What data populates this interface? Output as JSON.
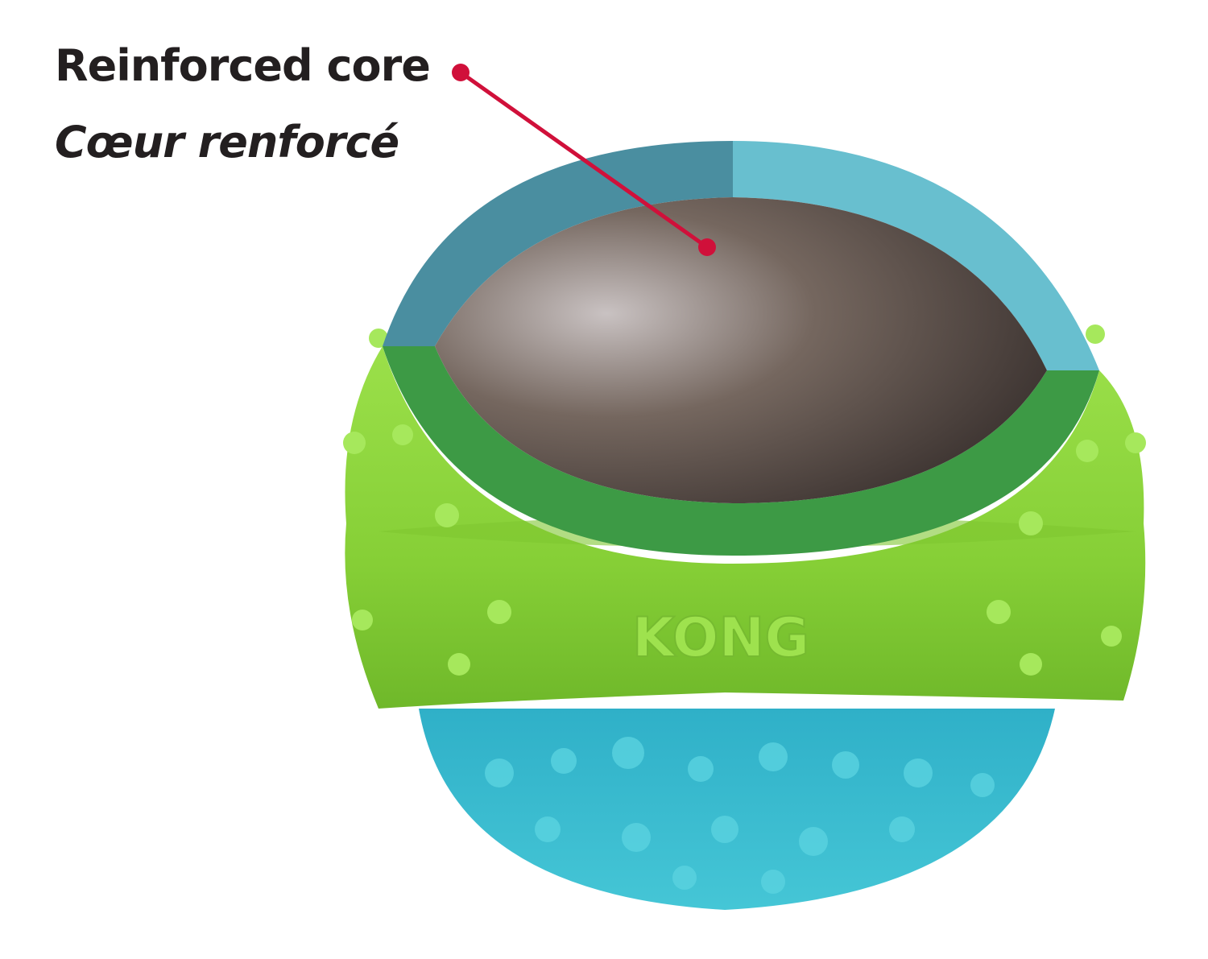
{
  "callout": {
    "label_en": "Reinforced core",
    "label_fr": "Cœur renforcé",
    "line_color": "#d0103a"
  },
  "product": {
    "brand_mark": "KONG",
    "colors": {
      "outer_shell_top": "#68bfcf",
      "outer_shell_top_shadow": "#4a8ea0",
      "core": "#5a4f4a",
      "inner_green_band": "#3d9a45",
      "lime_band": "#8fd63a",
      "bottom_shell": "#3cbfd0"
    }
  }
}
